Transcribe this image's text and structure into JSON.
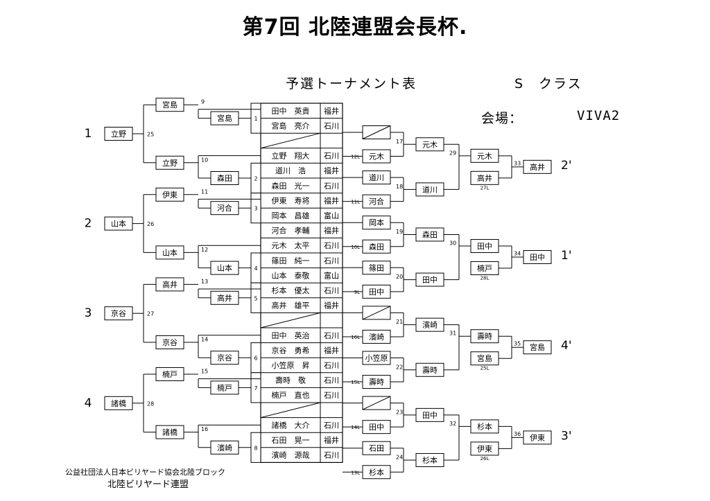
{
  "header": {
    "title": "第7回 北陸連盟会長杯.",
    "subtitle": "予選トーナメント表",
    "class_label": "S　クラス",
    "venue_label": "会場：",
    "venue_value": "VIVA2"
  },
  "footer": {
    "org_line1": "公益社団法人日本ビリヤード協会北陸ブロック",
    "org_line2": "北陸ビリヤード連盟"
  },
  "center_table": [
    {
      "name": "田中　英貴",
      "pref": "福井"
    },
    {
      "name": "宮島　亮介",
      "pref": "石川"
    },
    {
      "name": "",
      "pref": "",
      "diag": true
    },
    {
      "name": "立野　翔大",
      "pref": "石川"
    },
    {
      "name": "道川　浩",
      "pref": "福井"
    },
    {
      "name": "森田　光一",
      "pref": "石川"
    },
    {
      "name": "伊東　寿将",
      "pref": "福井"
    },
    {
      "name": "岡本　昌雄",
      "pref": "富山"
    },
    {
      "name": "河合　孝輔",
      "pref": "福井"
    },
    {
      "name": "元木　太平",
      "pref": "石川"
    },
    {
      "name": "篠田　純一",
      "pref": "石川"
    },
    {
      "name": "山本　泰敬",
      "pref": "富山"
    },
    {
      "name": "杉本　優太",
      "pref": "石川"
    },
    {
      "name": "高井　雄平",
      "pref": "福井"
    },
    {
      "name": "",
      "pref": "",
      "diag": true
    },
    {
      "name": "田中　英治",
      "pref": "石川"
    },
    {
      "name": "京谷　勇希",
      "pref": "福井"
    },
    {
      "name": "小笠原　昇",
      "pref": "石川"
    },
    {
      "name": "壽時　敬",
      "pref": "石川"
    },
    {
      "name": "楠戸　直也",
      "pref": "石川"
    },
    {
      "name": "",
      "pref": "",
      "diag": true
    },
    {
      "name": "諸橋　大介",
      "pref": "石川"
    },
    {
      "name": "石田　晃一",
      "pref": "福井"
    },
    {
      "name": "濱崎　源哉",
      "pref": "石川"
    }
  ],
  "groups": [
    {
      "num": "1",
      "final_match": "25",
      "final_winner": "立野",
      "semi": [
        {
          "match": "9",
          "winner": "宮島"
        },
        {
          "match": "10",
          "winner": "立野"
        }
      ],
      "r1": [
        {
          "match": "1",
          "winner": "宮島"
        },
        {
          "match": "2",
          "winner": "森田"
        }
      ]
    },
    {
      "num": "2",
      "final_match": "26",
      "final_winner": "山本",
      "semi": [
        {
          "match": "11",
          "winner": "伊東"
        },
        {
          "match": "12",
          "winner": "山本"
        }
      ],
      "r1": [
        {
          "match": "3",
          "winner": "河合"
        },
        {
          "match": "4",
          "winner": "山本"
        }
      ]
    },
    {
      "num": "3",
      "final_match": "27",
      "final_winner": "京谷",
      "semi": [
        {
          "match": "13",
          "winner": "高井"
        },
        {
          "match": "14",
          "winner": "京谷"
        }
      ],
      "r1": [
        {
          "match": "5",
          "winner": "高井"
        },
        {
          "match": "6",
          "winner": "京谷"
        }
      ]
    },
    {
      "num": "4",
      "final_match": "28",
      "final_winner": "諸橋",
      "semi": [
        {
          "match": "15",
          "winner": "楠戸"
        },
        {
          "match": "16",
          "winner": "諸橋"
        }
      ],
      "r1": [
        {
          "match": "7",
          "winner": "楠戸"
        },
        {
          "match": "8",
          "winner": "濱崎"
        }
      ]
    }
  ],
  "right_r1": [
    {
      "winner": "",
      "diag": true,
      "loser_tag": ""
    },
    {
      "winner": "元木",
      "loser_tag": "12L"
    },
    {
      "winner": "道川",
      "loser_tag": ""
    },
    {
      "winner": "河合",
      "loser_tag": "11L"
    },
    {
      "winner": "岡本",
      "loser_tag": ""
    },
    {
      "winner": "森田",
      "loser_tag": "10L"
    },
    {
      "winner": "篠田",
      "loser_tag": ""
    },
    {
      "winner": "田中",
      "loser_tag": "9L"
    },
    {
      "winner": "",
      "diag": true,
      "loser_tag": ""
    },
    {
      "winner": "濱崎",
      "loser_tag": "16L"
    },
    {
      "winner": "小笠原",
      "loser_tag": ""
    },
    {
      "winner": "壽時",
      "loser_tag": "15L"
    },
    {
      "winner": "",
      "diag": true,
      "loser_tag": ""
    },
    {
      "winner": "田中",
      "loser_tag": "14L"
    },
    {
      "winner": "石田",
      "loser_tag": ""
    },
    {
      "winner": "杉本",
      "loser_tag": "13L"
    }
  ],
  "right_r2": [
    {
      "match": "17",
      "winner": "元木"
    },
    {
      "match": "18",
      "winner": "道川"
    },
    {
      "match": "19",
      "winner": "森田"
    },
    {
      "match": "20",
      "winner": "田中"
    },
    {
      "match": "21",
      "winner": "濱崎"
    },
    {
      "match": "22",
      "winner": "壽時"
    },
    {
      "match": "23",
      "winner": "田中"
    },
    {
      "match": "24",
      "winner": "杉本"
    }
  ],
  "right_r3": [
    {
      "match": "29",
      "top": "元木",
      "bottom": "高井",
      "loser_tag": "27L"
    },
    {
      "match": "30",
      "top": "田中",
      "bottom": "楠戸",
      "loser_tag": "28L"
    },
    {
      "match": "31",
      "top": "壽時",
      "bottom": "宮島",
      "loser_tag": "25L"
    },
    {
      "match": "32",
      "top": "杉本",
      "bottom": "伊東",
      "loser_tag": "26L"
    }
  ],
  "right_final": [
    {
      "match": "33",
      "winner": "高井",
      "seed": "2'"
    },
    {
      "match": "34",
      "winner": "田中",
      "seed": "1'"
    },
    {
      "match": "35",
      "winner": "宮島",
      "seed": "4'"
    },
    {
      "match": "36",
      "winner": "伊東",
      "seed": "3'"
    }
  ]
}
